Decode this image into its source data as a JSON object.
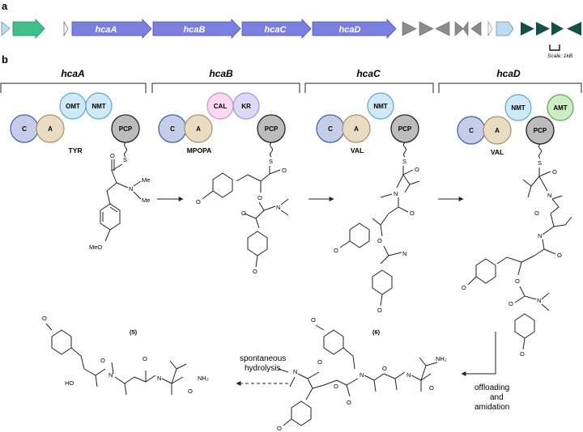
{
  "panels": {
    "a": "a",
    "b": "b"
  },
  "gene_cluster": {
    "genes": [
      "hcaA",
      "hcaB",
      "hcaC",
      "hcaD"
    ],
    "scale_label": "Scale: 1kB",
    "colors": {
      "core": "#7b7fe0",
      "green": "#3fbf8a",
      "light_blue": "#b9dcf3",
      "grey": "#8c8c8c",
      "dark_teal": "#12504a"
    }
  },
  "modules": [
    {
      "name": "hcaA",
      "domains": [
        "C",
        "A",
        "OMT",
        "NMT",
        "PCP"
      ],
      "substrate": "TYR"
    },
    {
      "name": "hcaB",
      "domains": [
        "C",
        "A",
        "CAL",
        "KR",
        "PCP"
      ],
      "substrate": "MPOPA"
    },
    {
      "name": "hcaC",
      "domains": [
        "C",
        "A",
        "NMT",
        "PCP"
      ],
      "substrate": "VAL"
    },
    {
      "name": "hcaD",
      "domains": [
        "C",
        "A",
        "NMT",
        "PCP",
        "AMT"
      ],
      "substrate": "VAL"
    }
  ],
  "domain_colors": {
    "C": "#c6cde9",
    "A": "#e9dcc3",
    "OMT": "#cfe9f7",
    "NMT": "#cfe9f7",
    "CAL": "#fbd9f1",
    "KR": "#ddd9f5",
    "PCP": "#bcbcbc",
    "AMT": "#cdeec4"
  },
  "chem_labels": {
    "S": "S",
    "O": "O",
    "N": "N",
    "Me": "Me",
    "MeO": "MeO",
    "HO": "HO",
    "NH2": "NH₂"
  },
  "compounds": {
    "c5": "(5)",
    "c6": "(6)"
  },
  "captions": {
    "spontaneous": "spontaneous",
    "hydrolysis": "hydrolysis",
    "offloading": "offloading",
    "and": "and",
    "amidation": "amidation"
  }
}
